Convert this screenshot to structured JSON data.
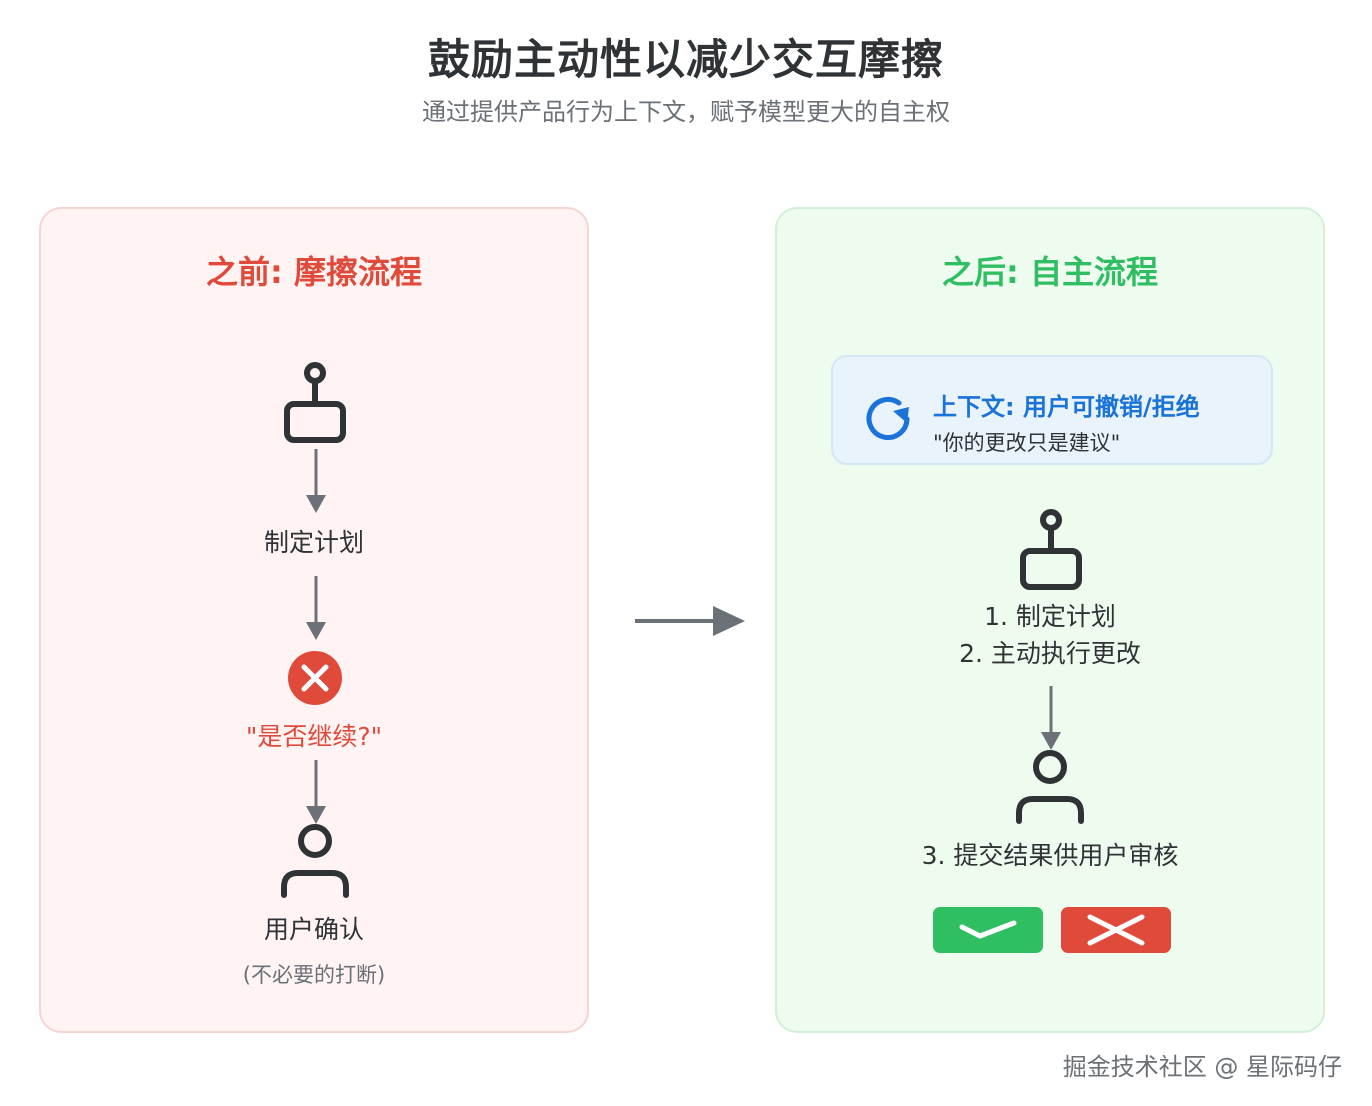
{
  "header": {
    "title": "鼓励主动性以减少交互摩擦",
    "subtitle": "通过提供产品行为上下文，赋予模型更大的自主权"
  },
  "before": {
    "heading": "之前: 摩擦流程",
    "step_plan": "制定计划",
    "prompt_text": "\"是否继续?\"",
    "step_confirm": "用户确认",
    "note": "(不必要的打断)"
  },
  "after": {
    "heading": "之后: 自主流程",
    "context_title": "上下文: 用户可撤销/拒绝",
    "context_quote": "\"你的更改只是建议\"",
    "step_1": "1. 制定计划",
    "step_2": "2. 主动执行更改",
    "step_3": "3. 提交结果供用户审核"
  },
  "icons": {
    "robot": "robot-icon",
    "user": "user-icon",
    "error": "error-x-icon",
    "refresh": "refresh-icon",
    "check": "check-icon",
    "cross": "cross-icon",
    "arrow": "arrow-right-icon"
  },
  "colors": {
    "red": "#e04a3a",
    "green": "#2fbf62",
    "blue": "#1a73d9",
    "gray_arrow": "#6b7176",
    "icon_dark": "#2f3336"
  },
  "watermark": "掘金技术社区 @ 星际码仔"
}
